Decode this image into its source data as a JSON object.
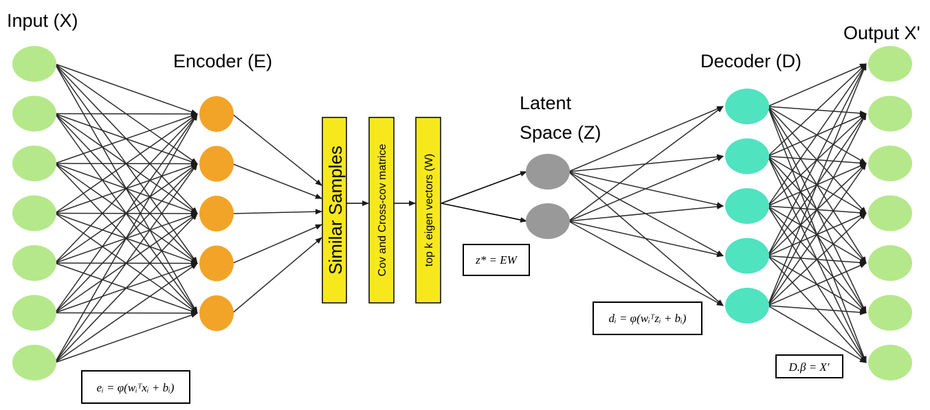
{
  "labels": {
    "input": "Input (X)",
    "encoder": "Encoder (E)",
    "latent_line1": "Latent",
    "latent_line2": "Space (Z)",
    "decoder": "Decoder (D)",
    "output": "Output X'"
  },
  "blocks": {
    "similar_samples": "Similar Samples",
    "cov_matrices": "Cov and Cross-cov matrice",
    "eigen_vectors": "top k eigen vectors (W)"
  },
  "equations": {
    "encoder": "eᵢ = φ(wᵢᵀxᵢ + bᵢ)",
    "latent": "z* = EW",
    "decoder": "dᵢ = φ(wᵢᵀzᵢ + bᵢ)",
    "output": "D.β = X′"
  },
  "layers": {
    "input_nodes": 7,
    "encoder_nodes": 5,
    "latent_nodes": 2,
    "decoder_nodes": 5,
    "output_nodes": 7
  },
  "colors": {
    "input_node": "#b5e88a",
    "encoder_node": "#f2a428",
    "latent_node": "#999999",
    "decoder_node": "#4fe3c0",
    "output_node": "#b5e88a",
    "block_fill": "#f7e81e",
    "edge": "#2b2b2b"
  }
}
